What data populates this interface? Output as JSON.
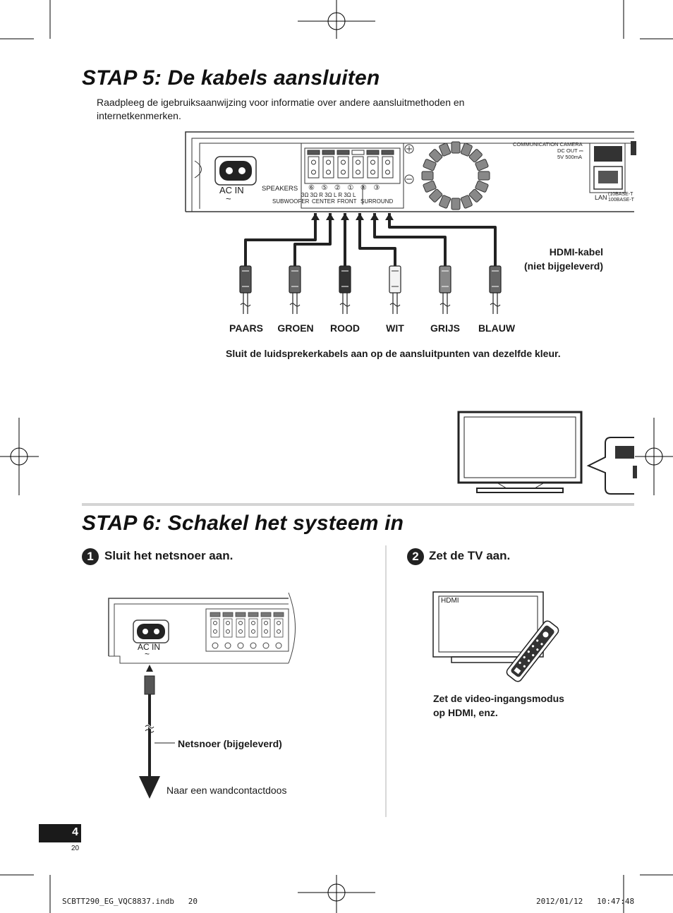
{
  "step5": {
    "title": "STAP 5: De kabels aansluiten",
    "intro": "Raadpleeg de igebruiksaanwijzing voor informatie over andere aansluitmethoden en internetkenmerken.",
    "panel": {
      "ac_in": "AC IN",
      "speakers": "SPEAKERS",
      "numbers": [
        "⑥",
        "⑤",
        "②",
        "①",
        "④",
        "③"
      ],
      "ohm_row": "3Ω   3Ω  R 3Ω L   R 3Ω L",
      "groups": [
        "SUBWOOFER",
        "CENTER",
        "FRONT",
        "SURROUND"
      ],
      "comm_camera": "COMMUNICATION CAMERA",
      "dc_out": "DC OUT ⎓",
      "dc_rating": "5V 500mA",
      "lan": "LAN",
      "lan_spec_1": "(10BASE-T",
      "lan_spec_2": "100BASE-T"
    },
    "hdmi_cable": [
      "HDMI-kabel",
      "(niet bijgeleverd)"
    ],
    "cable_colors": [
      "PAARS",
      "GROEN",
      "ROOD",
      "WIT",
      "GRIJS",
      "BLAUW"
    ],
    "note": "Sluit de luidsprekerkabels aan op de aansluitpunten van dezelfde kleur."
  },
  "step6": {
    "title": "STAP 6: Schakel het systeem in",
    "sub1_num": "1",
    "sub1": "Sluit het netsnoer aan.",
    "sub2_num": "2",
    "sub2": "Zet de TV aan.",
    "ac_in": "AC IN",
    "cord_label": "Netsnoer (bijgeleverd)",
    "wall_label": "Naar een wandcontactdoos",
    "tv_hdmi": "HDMI",
    "tv_note": [
      "Zet de video-ingangsmodus",
      "op HDMI, enz."
    ]
  },
  "footer": {
    "page_number": "4",
    "page_small": "20",
    "file": "SCBTT290_EG_VQC8837.indb   20",
    "timestamp": "2012/01/12   10:47:48"
  }
}
